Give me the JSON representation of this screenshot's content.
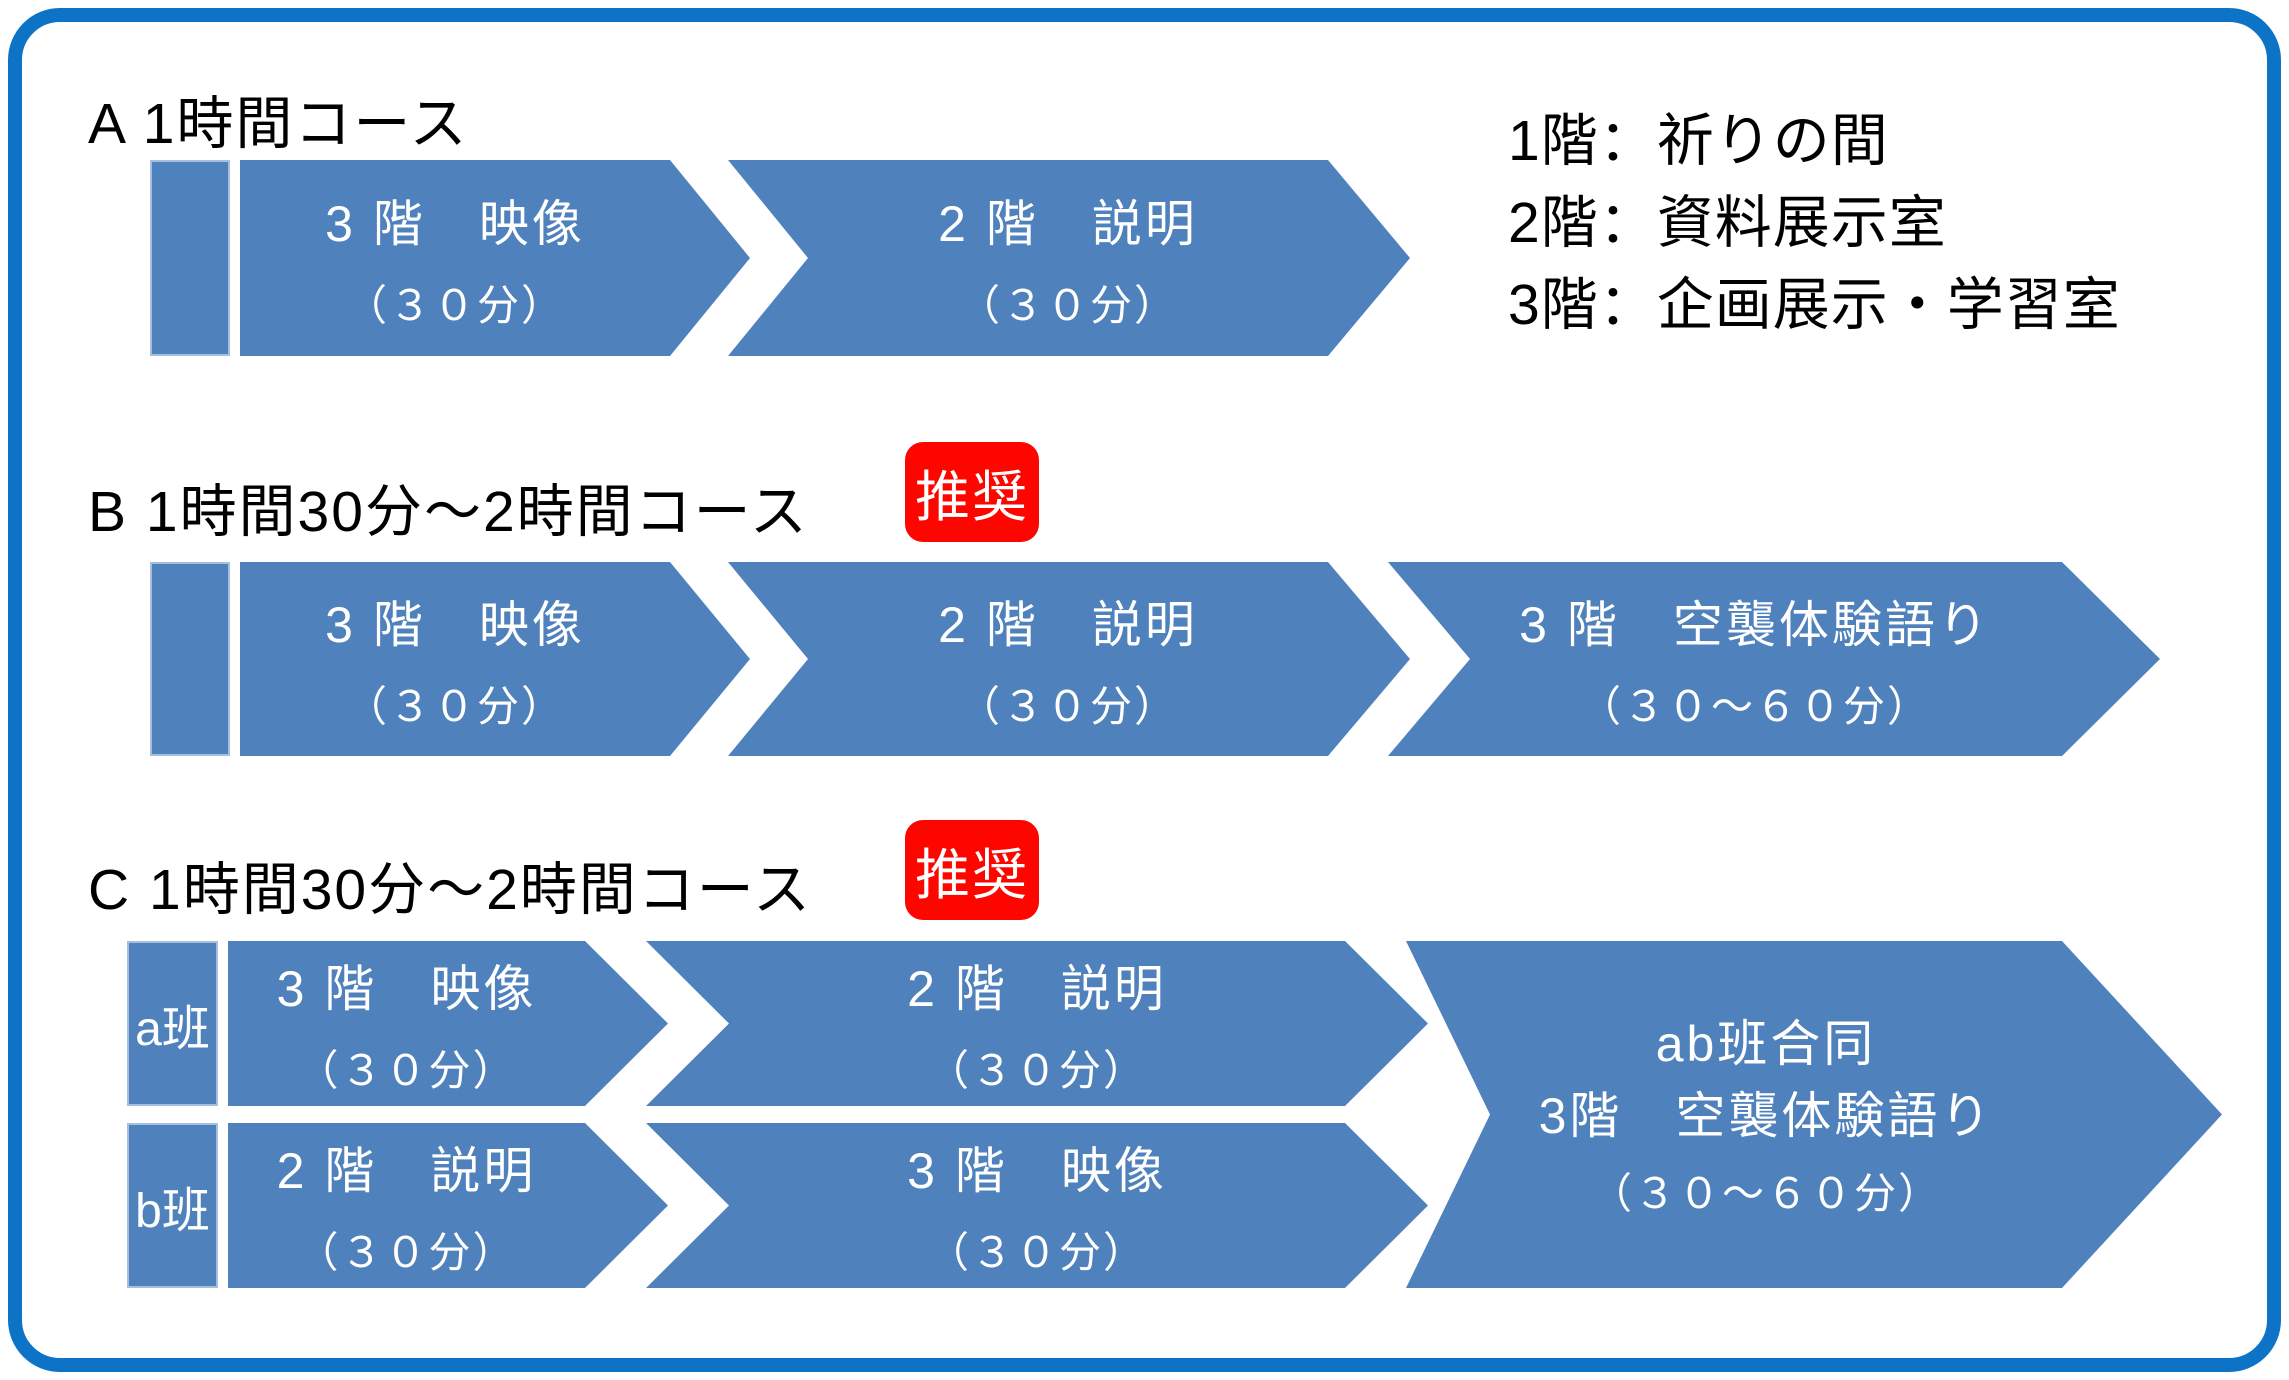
{
  "colors": {
    "shape_blue": "#4f81bd",
    "frame_blue": "#0d73c7",
    "badge_red": "#fe0600"
  },
  "legend": {
    "line1": "1階：祈りの間",
    "line2": "2階：資料展示室",
    "line3": "3階：企画展示・学習室"
  },
  "course_a": {
    "heading": "A 1時間コース",
    "step1": {
      "title": "3 階　映像",
      "duration": "（３０分）"
    },
    "step2": {
      "title": "2 階　説明",
      "duration": "（３０分）"
    }
  },
  "course_b": {
    "heading": "B 1時間30分～2時間コース",
    "badge": "推奨",
    "step1": {
      "title": "3 階　映像",
      "duration": "（３０分）"
    },
    "step2": {
      "title": "2 階　説明",
      "duration": "（３０分）"
    },
    "step3": {
      "title": "3 階　空襲体験語り",
      "duration": "（３０～６０分）"
    }
  },
  "course_c": {
    "heading": "C 1時間30分～2時間コース",
    "badge": "推奨",
    "group_a": {
      "label": "a班",
      "step1": {
        "title": "3 階　映像",
        "duration": "（３０分）"
      },
      "step2": {
        "title": "2 階　説明",
        "duration": "（３０分）"
      }
    },
    "group_b": {
      "label": "b班",
      "step1": {
        "title": "2 階　説明",
        "duration": "（３０分）"
      },
      "step2": {
        "title": "3 階　映像",
        "duration": "（３０分）"
      }
    },
    "joint": {
      "line1": "ab班合同",
      "line2": "3階　空襲体験語り",
      "duration": "（３０～６０分）"
    }
  }
}
